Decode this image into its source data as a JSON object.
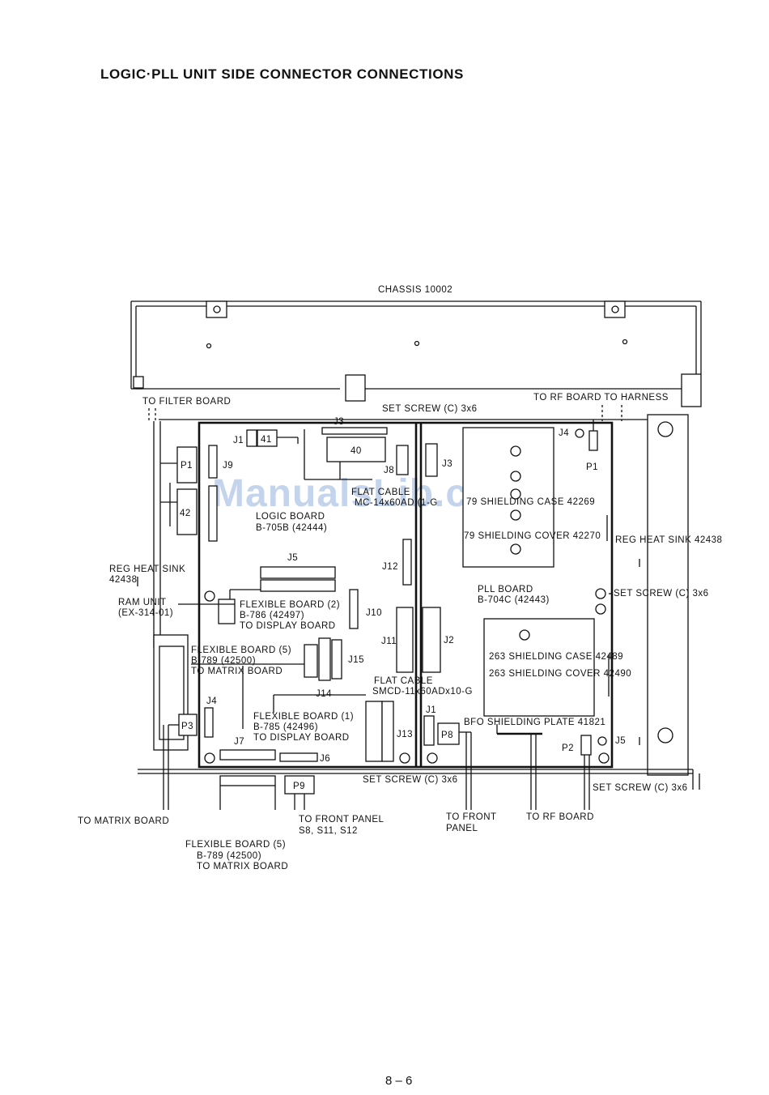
{
  "page_title": "LOGIC·PLL UNIT SIDE CONNECTOR CONNECTIONS",
  "page_number": "8 – 6",
  "watermark": "ManualsLib.com",
  "labels": {
    "chassis": "CHASSIS 10002",
    "to_filter_board": "TO FILTER BOARD",
    "to_rf_board_to_harness": "TO RF BOARD TO HARNESS",
    "set_screw_top": "SET SCREW (C) 3x6",
    "set_screw_right": "SET SCREW (C) 3x6",
    "set_screw_bottom_center": "SET SCREW (C) 3x6",
    "set_screw_bottom_right": "SET SCREW (C) 3x6",
    "flat_cable_1_line1": "FLAT CABLE",
    "flat_cable_1_line2": "MC-14x60AD (1-G",
    "logic_board_line1": "LOGIC BOARD",
    "logic_board_line2": "B-705B (42444)",
    "shielding_case_79": "79 SHIELDING CASE 42269",
    "shielding_cover_79": "79 SHIELDING COVER 42270",
    "reg_heat_sink_right": "REG HEAT SINK 42438",
    "reg_heat_sink_left_line1": "REG HEAT SINK",
    "reg_heat_sink_left_line2": "42438",
    "ram_unit_line1": "RAM UNIT",
    "ram_unit_line2": "(EX-314-01)",
    "flex2_line1": "FLEXIBLE BOARD (2)",
    "flex2_line2": "B-786 (42497)",
    "flex2_line3": "TO DISPLAY BOARD",
    "flex5_line1": "FLEXIBLE BOARD (5)",
    "flex5_line2": "B-789 (42500)",
    "flex5_line3": "TO MATRIX BOARD",
    "flex1_line1": "FLEXIBLE BOARD (1)",
    "flex1_line2": "B-785 (42496)",
    "flex1_line3": "TO DISPLAY BOARD",
    "pll_board_line1": "PLL BOARD",
    "pll_board_line2": "B-704C (42443)",
    "shielding_case_263": "263 SHIELDING CASE 42489",
    "shielding_cover_263": "263 SHIELDING COVER 42490",
    "flat_cable_2_line1": "FLAT CABLE",
    "flat_cable_2_line2": "SMCD-11x60ADx10-G",
    "bfo_plate": "BFO SHIELDING PLATE 41821",
    "to_matrix_board": "TO MATRIX BOARD",
    "to_front_panel_1_line1": "TO FRONT PANEL",
    "to_front_panel_1_line2": "S8, S11, S12",
    "to_front_panel_2_line1": "TO FRONT",
    "to_front_panel_2_line2": "PANEL",
    "to_rf_board": "TO RF BOARD",
    "flex5_bottom_line1": "FLEXIBLE BOARD (5)",
    "flex5_bottom_line2": "B-789 (42500)",
    "flex5_bottom_line3": "TO MATRIX BOARD"
  },
  "connectors": {
    "J1_logic": "J1",
    "p41": "41",
    "J3_top": "J3",
    "p40": "40",
    "J8": "J8",
    "J3_pll": "J3",
    "J4_pll": "J4",
    "P1_pll": "P1",
    "P1_logic": "P1",
    "J9": "J9",
    "p42": "42",
    "J5_logic": "J5",
    "J12": "J12",
    "J10": "J10",
    "J11": "J11",
    "J2": "J2",
    "J15": "J15",
    "J14": "J14",
    "J4_logic": "J4",
    "P3": "P3",
    "J7": "J7",
    "J6": "J6",
    "J13": "J13",
    "J1_pll": "J1",
    "P8": "P8",
    "P2": "P2",
    "J5_pll": "J5",
    "P9": "P9"
  }
}
